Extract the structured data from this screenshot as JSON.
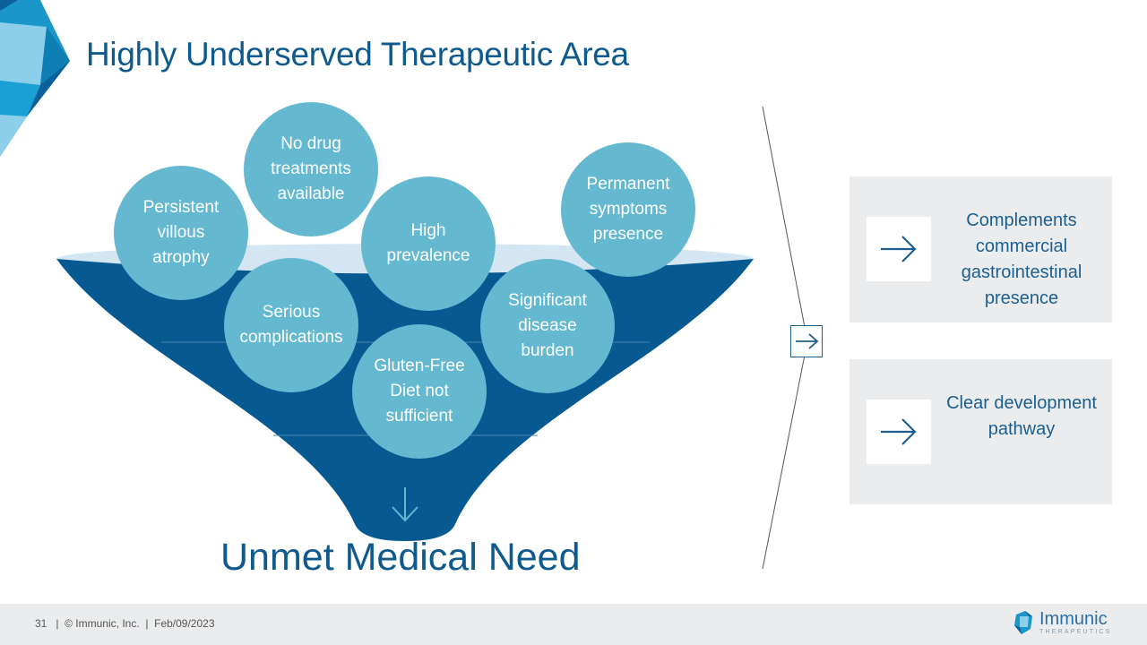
{
  "slide": {
    "title": "Highly Underserved Therapeutic Area",
    "funnel": {
      "bubbles": [
        {
          "label": "Persistent\nvillous\natrophy"
        },
        {
          "label": "No drug\ntreatments\navailable"
        },
        {
          "label": "High\nprevalence"
        },
        {
          "label": "Permanent\nsymptoms\npresence"
        },
        {
          "label": "Serious\ncomplications"
        },
        {
          "label": "Significant\ndisease\nburden"
        },
        {
          "label": "Gluten-Free\nDiet not\nsufficient"
        }
      ],
      "outcome": "Unmet Medical Need"
    },
    "benefits": [
      {
        "label": "Complements commercial gastrointestinal presence"
      },
      {
        "label": "Clear development pathway"
      }
    ]
  },
  "footer": {
    "text": "31   |  © Immunic, Inc.  |  Feb/09/2023",
    "logo_name": "Immunic",
    "logo_sub": "THERAPEUTICS"
  },
  "colors": {
    "brand_dark": "#0f5a8c",
    "funnel_fill": "#065a91",
    "bubble": "#64b8d0",
    "card_bg": "#ebeced"
  }
}
